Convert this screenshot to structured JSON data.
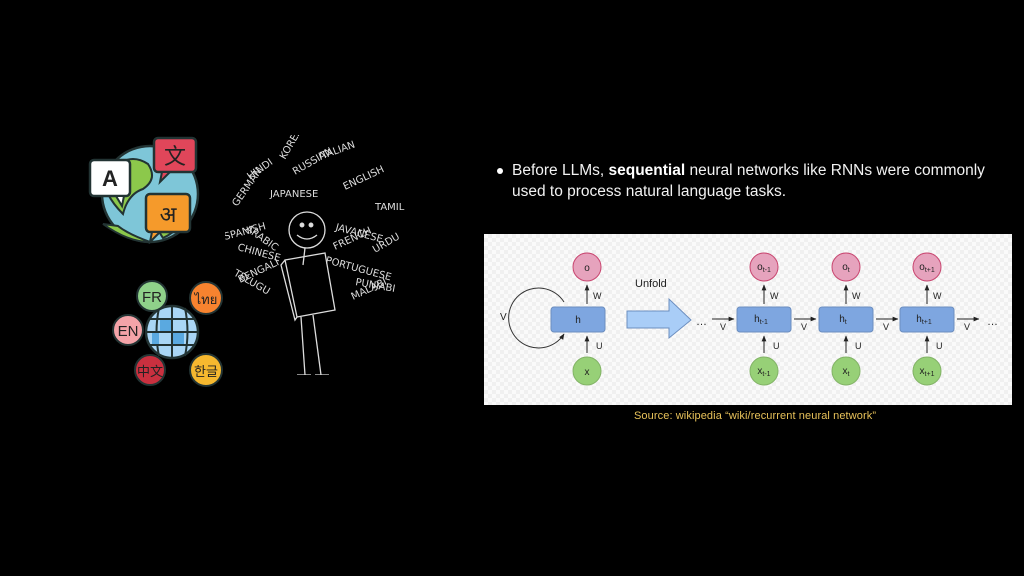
{
  "slide": {
    "bullet": {
      "prefix": "Before LLMs, ",
      "emphasis": "sequential",
      "suffix": " neural networks like RNNs were commonly used to process natural language tasks."
    },
    "caption": "Source:  wikipedia “wiki/recurrent neural network”",
    "illustrations": {
      "translate_icon": {
        "labels": [
          "A",
          "文",
          "अ"
        ],
        "colors": {
          "red": "#e0465a",
          "orange": "#f59a2b",
          "white": "#ffffff",
          "globe_green": "#8cc84b",
          "globe_blue": "#7ec6d8"
        }
      },
      "globe_langs_icon": {
        "labels": [
          "FR",
          "ไทย",
          "EN",
          "中文",
          "한글"
        ],
        "colors": {
          "fr": "#8fd18a",
          "th": "#f7832f",
          "en": "#f4a3a8",
          "zh": "#c9303f",
          "ko": "#f6b82f",
          "globe": "#5aa9e0"
        }
      },
      "stickman_languages": [
        "GERMAN",
        "HINDI",
        "KOREAN",
        "RUSSIAN",
        "ITALIAN",
        "ENGLISH",
        "JAPANESE",
        "TAMIL",
        "ARABIC",
        "SPANISH",
        "JAVANESE",
        "FRENCH",
        "URDU",
        "CHINESE",
        "PORTUGUESE",
        "TELUGU",
        "BENGALI",
        "PUNJABI",
        "MALABI"
      ]
    },
    "diagram": {
      "folded": {
        "output": "o",
        "hidden": "h",
        "input": "x",
        "w": "W",
        "u": "U",
        "v": "V"
      },
      "unfold_label": "Unfold",
      "ellipsis": "…",
      "steps": [
        {
          "o": "o",
          "o_sub": "t-1",
          "h": "h",
          "h_sub": "t-1",
          "x": "x",
          "x_sub": "t-1"
        },
        {
          "o": "o",
          "o_sub": "t",
          "h": "h",
          "h_sub": "t",
          "x": "x",
          "x_sub": "t"
        },
        {
          "o": "o",
          "o_sub": "t+1",
          "h": "h",
          "h_sub": "t+1",
          "x": "x",
          "x_sub": "t+1"
        }
      ],
      "edge_labels": {
        "w": "W",
        "u": "U",
        "v": "V"
      },
      "colors": {
        "output_fill": "#e6a3bd",
        "output_stroke": "#c8456f",
        "hidden_fill": "#7ea6e0",
        "hidden_stroke": "#6c8ebf",
        "input_fill": "#97d077",
        "input_stroke": "#82b366",
        "arrow_fill": "#a9cdf7",
        "arrow_stroke": "#6c8ebf"
      }
    }
  }
}
